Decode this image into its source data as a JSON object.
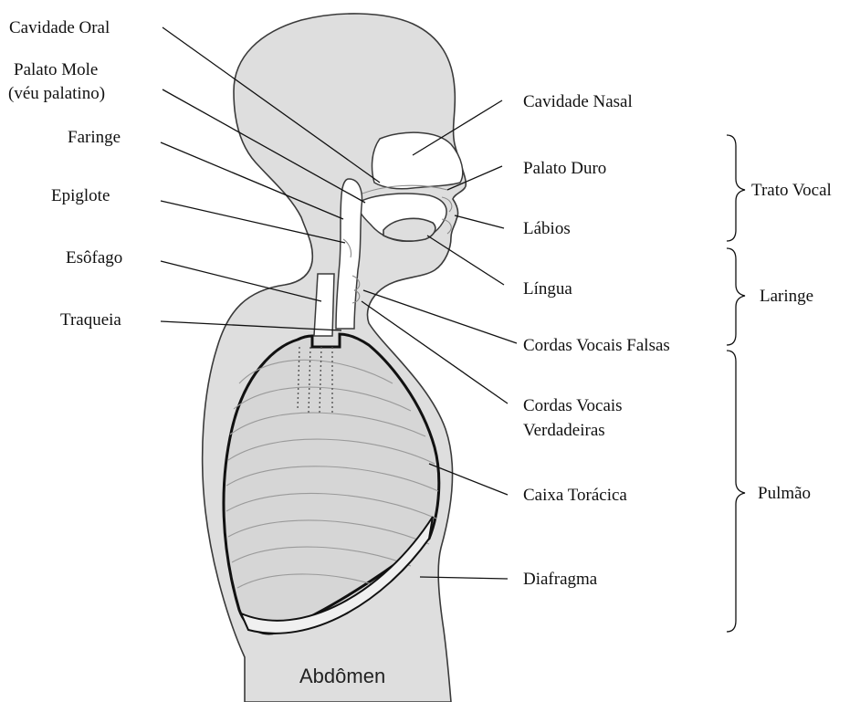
{
  "labels": {
    "cavidade_oral": "Cavidade Oral",
    "palato_mole_1": "Palato Mole",
    "palato_mole_2": "(véu palatino)",
    "faringe": "Faringe",
    "epiglote": "Epiglote",
    "esofago": "Esôfago",
    "traqueia": "Traqueia",
    "cavidade_nasal": "Cavidade Nasal",
    "palato_duro": "Palato Duro",
    "labios": "Lábios",
    "lingua": "Língua",
    "cordas_falsas": "Cordas Vocais Falsas",
    "cordas_verdadeiras_1": "Cordas Vocais",
    "cordas_verdadeiras_2": "Verdadeiras",
    "caixa_toracica": "Caixa Torácica",
    "diafragma": "Diafragma",
    "abdomen": "Abdômen"
  },
  "groups": {
    "trato_vocal": "Trato Vocal",
    "laringe": "Laringe",
    "pulmao": "Pulmão"
  },
  "colors": {
    "body": "#dedede",
    "lung": "#d6d6d6",
    "ink": "#111111"
  }
}
